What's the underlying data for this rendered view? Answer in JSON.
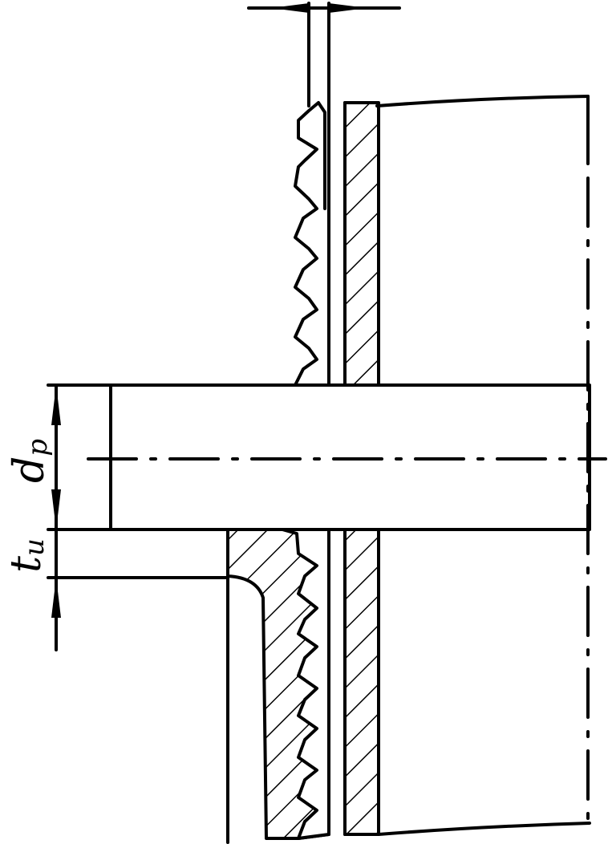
{
  "labels": {
    "dp_main": "d",
    "dp_sub": "p",
    "tu_main": "t",
    "tu_sub": "u"
  },
  "colors": {
    "ink": "#000000",
    "paper": "#ffffff"
  }
}
